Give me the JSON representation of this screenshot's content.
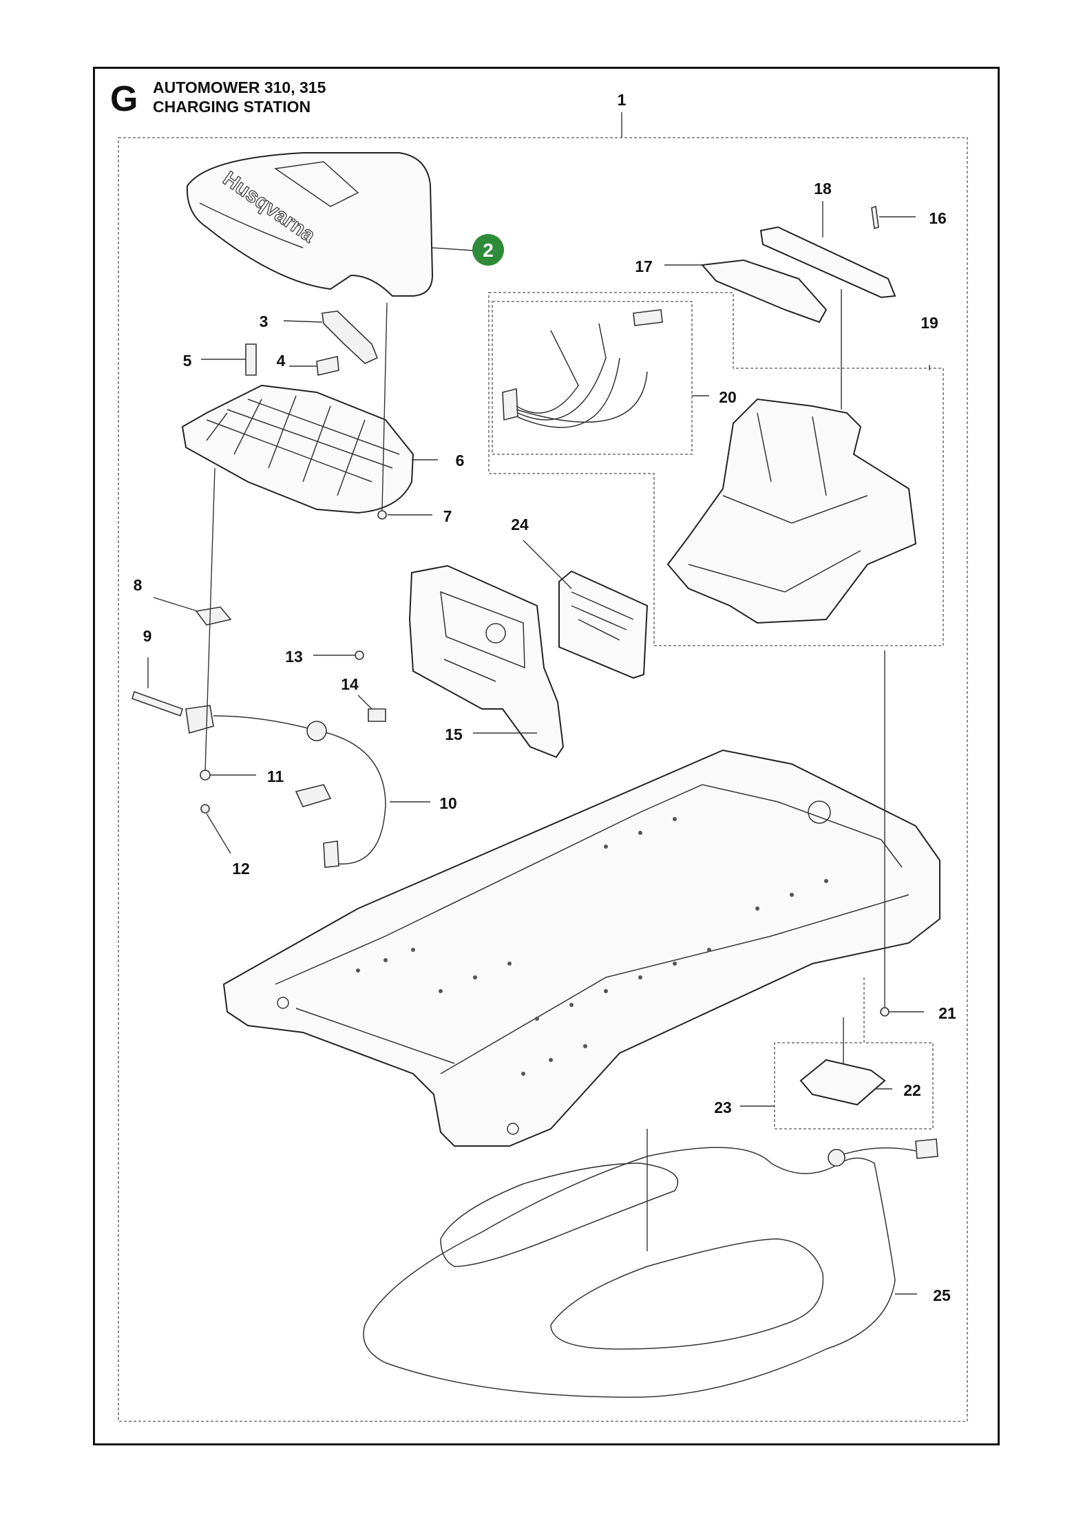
{
  "header": {
    "section_letter": "G",
    "model": "AUTOMOWER 310, 315",
    "assembly": "CHARGING STATION"
  },
  "colors": {
    "frame": "#111111",
    "highlight_badge": "#2e8b3a",
    "line": "#222222"
  },
  "brand_mark": "Husqvarna",
  "callouts": [
    "1",
    "2",
    "3",
    "4",
    "5",
    "6",
    "7",
    "8",
    "9",
    "10",
    "11",
    "12",
    "13",
    "14",
    "15",
    "16",
    "17",
    "18",
    "19",
    "20",
    "21",
    "22",
    "23",
    "24",
    "25"
  ],
  "highlighted_callout": "2"
}
